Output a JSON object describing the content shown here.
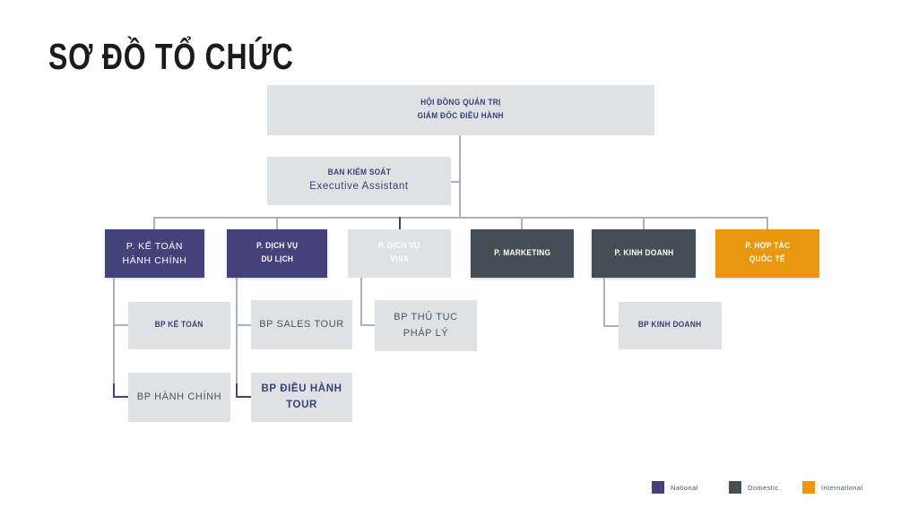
{
  "title": "SƠ ĐỒ TỔ CHỨC",
  "palette": {
    "national": "#44427A",
    "domestic": "#435054",
    "international": "#E8970F",
    "box_gray": "#DEE2E5",
    "connector_gray": "#ABB2B9",
    "connector_navy": "#44427A",
    "title_color": "#1B1B1B",
    "text_navy": "#3E3D77",
    "text_slate": "#4C5558"
  },
  "boxes": {
    "root": {
      "line1": "HỘI ĐỒNG QUẢN TRỊ",
      "line2": "GIÁM ĐỐC ĐIỀU HÀNH"
    },
    "assistant": {
      "line1": "BAN KIỂM SOÁT",
      "line2": "Executive Assistant"
    },
    "dept_ke_toan_hanh_chinh": {
      "line1": "P. KẾ TOÁN",
      "line2": "HÀNH CHÍNH"
    },
    "dept_dich_vu_du_lich": {
      "line1": "P. DỊCH VỤ",
      "line2": "DU LỊCH"
    },
    "dept_dich_vu_visa": {
      "line1": "P. DỊCH VỤ",
      "line2": "VISA"
    },
    "dept_marketing": {
      "line1": "P. MARKETING"
    },
    "dept_kinh_doanh": {
      "line1": "P. KINH DOANH"
    },
    "dept_hop_tac_quoc_te": {
      "line1": "P. HỢP TÁC",
      "line2": "QUỐC TẾ"
    },
    "bp_ke_toan": {
      "line1": "BP KẾ TOÁN"
    },
    "bp_hanh_chinh": {
      "line1": "BP HÀNH CHÍNH"
    },
    "bp_sales_tour": {
      "line1": "BP SALES TOUR"
    },
    "bp_dieu_hanh_tour": {
      "line1": "BP ĐIỀU HÀNH TOUR"
    },
    "bp_thu_tuc_phap_ly": {
      "line1": "BP THỦ TỤC",
      "line2": "PHÁP LÝ"
    },
    "bp_kinh_doanh": {
      "line1": "BP KINH DOANH"
    }
  },
  "legend": {
    "items": [
      {
        "label": "National",
        "color": "#44427A"
      },
      {
        "label": "Domestic",
        "color": "#435054"
      },
      {
        "label": "International",
        "color": "#E8970F"
      }
    ]
  }
}
